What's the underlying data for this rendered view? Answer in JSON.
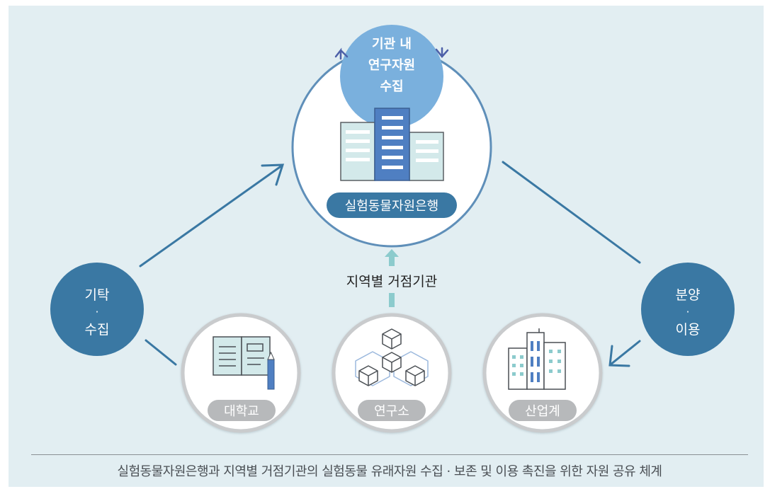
{
  "center": {
    "top_circle": [
      "기관 내",
      "연구자원",
      "수집"
    ],
    "bank_label": "실험동물자원은행"
  },
  "regional_hub_label": "지역별 거점기관",
  "left_circle": [
    "기탁",
    "·",
    "수집"
  ],
  "right_circle": [
    "분양",
    "·",
    "이용"
  ],
  "institutions": [
    {
      "label": "대학교",
      "icon": "book-pencil-icon"
    },
    {
      "label": "연구소",
      "icon": "cubes-icon"
    },
    {
      "label": "산업계",
      "icon": "industry-buildings-icon"
    }
  ],
  "caption": "실험동물자원은행과 지역별 거점기관의 실험동물 유래자원 수집 · 보존 및 이용 촉진을 위한 자원 공유 체계",
  "colors": {
    "background": "#e2eef2",
    "dark_blue": "#3a78a3",
    "light_blue": "#7ab0dd",
    "mid_blue": "#4f7fc2",
    "teal": "#8ccbcd",
    "gray_pill": "#b7b9bb"
  }
}
